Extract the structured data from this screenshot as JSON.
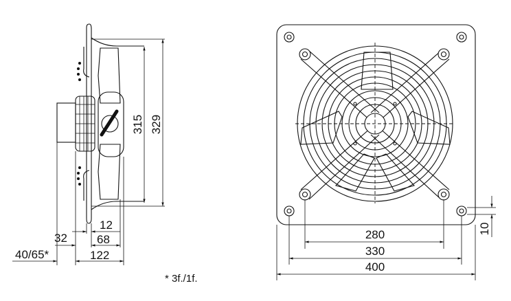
{
  "side_view": {
    "dim_height_inner": "315",
    "dim_height_outer": "329",
    "dim_12": "12",
    "dim_32": "32",
    "dim_68": "68",
    "dim_40_65": "40/65*",
    "dim_122": "122"
  },
  "front_view": {
    "dim_280": "280",
    "dim_330": "330",
    "dim_400": "400",
    "dim_10": "10"
  },
  "footnote": "* 3f./1f.",
  "colors": {
    "line": "#111111",
    "background": "#ffffff"
  }
}
